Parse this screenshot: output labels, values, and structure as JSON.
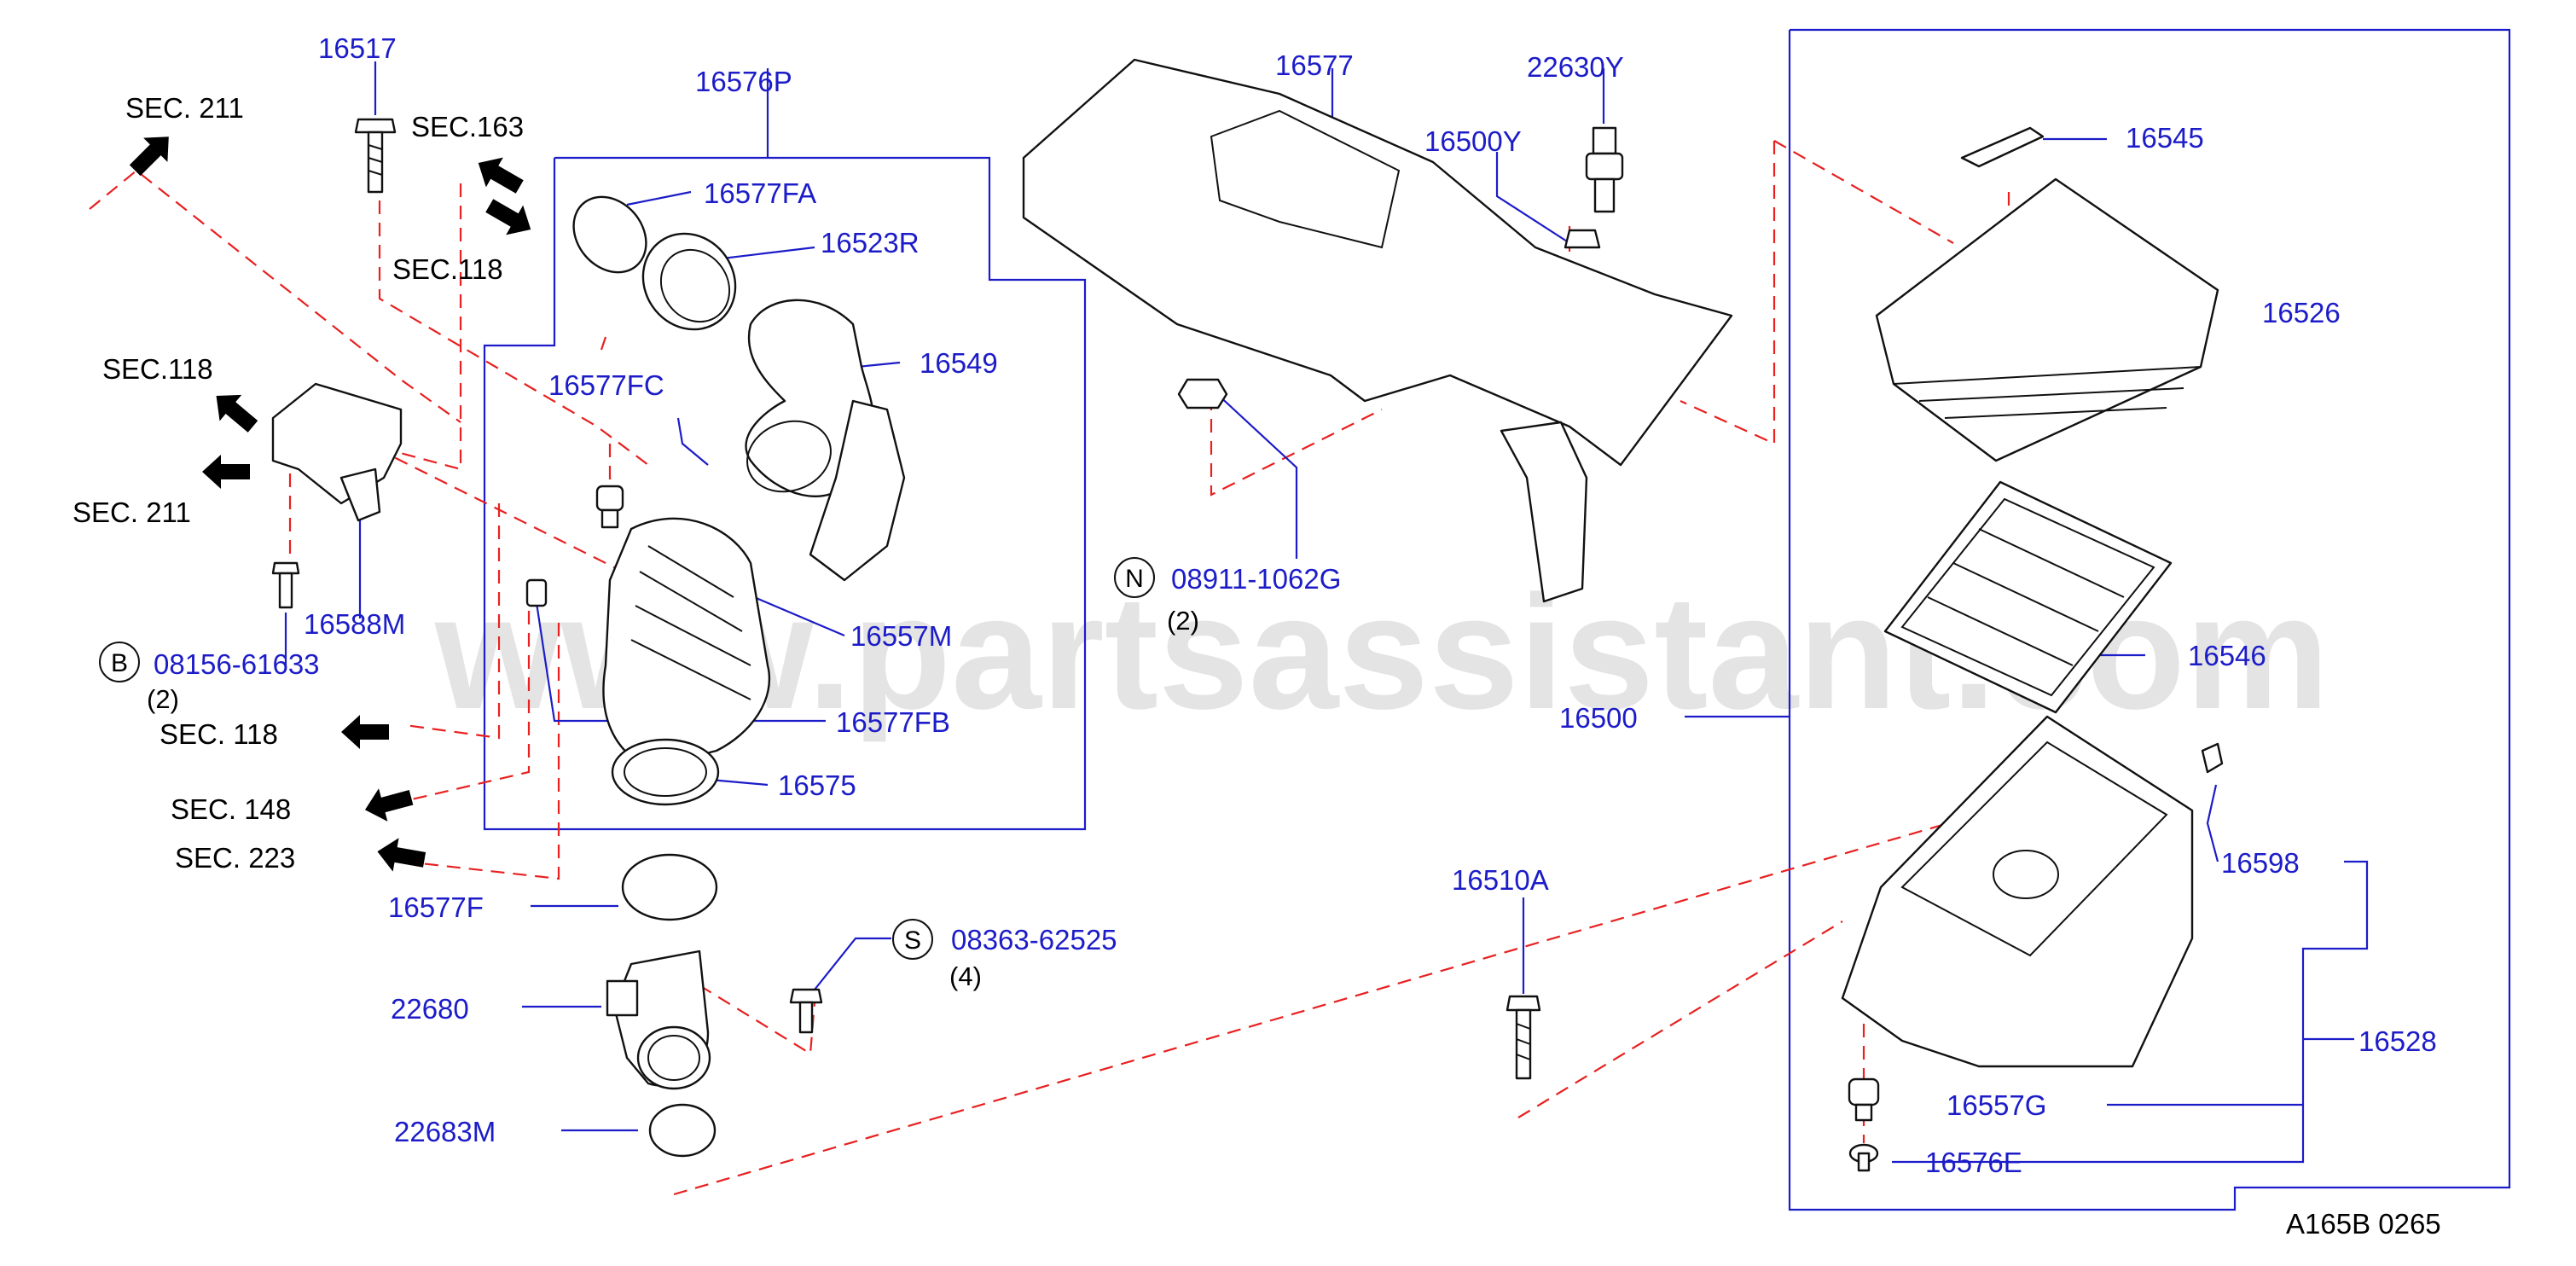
{
  "watermark": "www.partsassistant.com",
  "diagram_code": "A165B  0265",
  "parts": {
    "p16517": "16517",
    "p16576P": "16576P",
    "p16577FA": "16577FA",
    "p16523R": "16523R",
    "p16549": "16549",
    "p16577FC": "16577FC",
    "p16557M": "16557M",
    "p16577FB": "16577FB",
    "p16575": "16575",
    "p16588M": "16588M",
    "p16577F": "16577F",
    "p22680": "22680",
    "p22683M": "22683M",
    "p16577": "16577",
    "p22630Y": "22630Y",
    "p16500Y": "16500Y",
    "p16545": "16545",
    "p16526": "16526",
    "p16546": "16546",
    "p16500": "16500",
    "p16598": "16598",
    "p16528": "16528",
    "p16557G": "16557G",
    "p16576E": "16576E",
    "p16510A": "16510A",
    "p08911": "08911-1062G",
    "p08156": "08156-61633",
    "p08363": "08363-62525"
  },
  "fastener_symbols": {
    "n": "N",
    "b": "B",
    "s": "S"
  },
  "quantities": {
    "q08911": "(2)",
    "q08156": "(2)",
    "q08363": "(4)"
  },
  "section_refs": {
    "sec211_top": "SEC.  211",
    "sec163": "SEC.163",
    "sec118_mid": "SEC.118",
    "sec118_left": "SEC.118",
    "sec211_left": "SEC.  211",
    "sec118_low": "SEC.  118",
    "sec148": "SEC.  148",
    "sec223": "SEC.  223"
  },
  "colors": {
    "part_number": "#1c1cc8",
    "leader_line": "#1c1cc8",
    "dashed_line": "#e82020",
    "drawing": "#111111"
  }
}
